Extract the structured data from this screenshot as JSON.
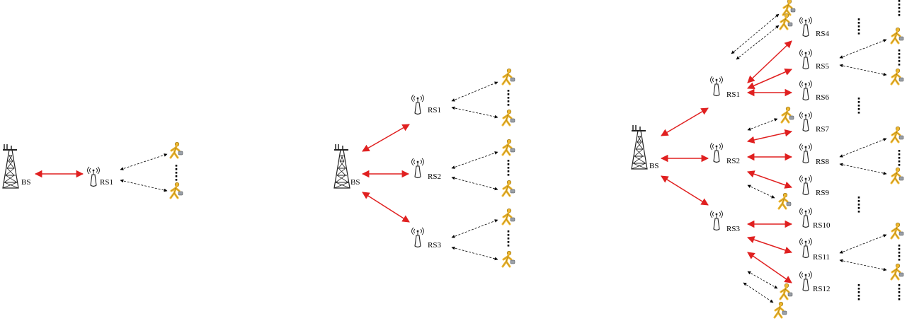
{
  "colors": {
    "red_link": "#e02020",
    "dashed_link": "#000000",
    "user_body": "#f0b830",
    "user_outline": "#8a6a10",
    "tower": "#222222"
  },
  "icons": {
    "base_station": "cell-tower-icon",
    "relay_station": "antenna-icon",
    "user": "walking-user-icon"
  },
  "labels": {
    "bs": "BS",
    "rs1": "RS1",
    "rs2": "RS2",
    "rs3": "RS3",
    "rs4": "RS4",
    "rs5": "RS5",
    "rs6": "RS6",
    "rs7": "RS7",
    "rs8": "RS8",
    "rs9": "RS9",
    "rs10": "RS10",
    "rs11": "RS11",
    "rs12": "RS12"
  }
}
